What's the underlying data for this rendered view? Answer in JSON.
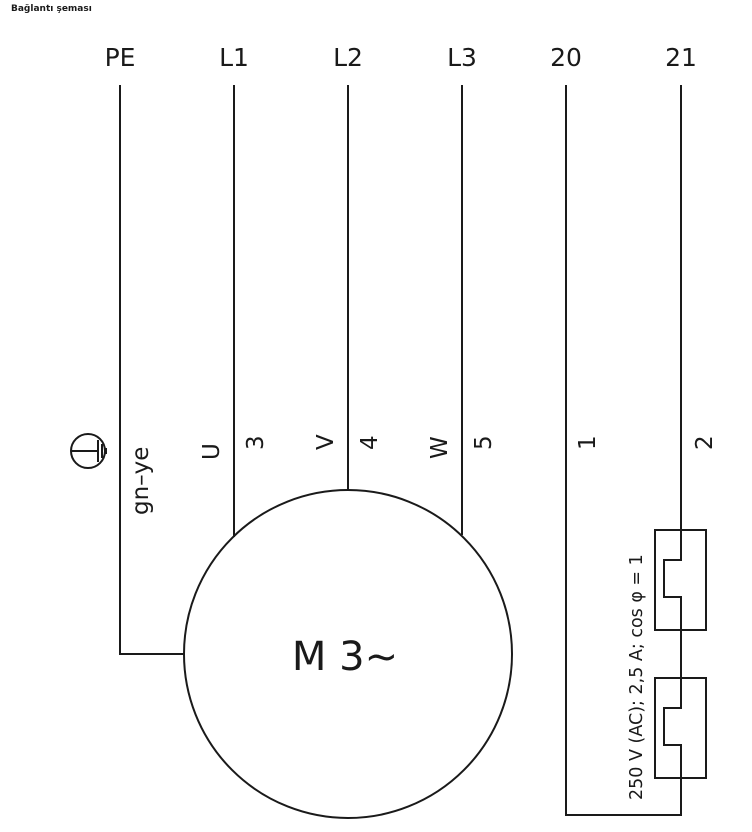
{
  "title": "Bağlantı şeması",
  "terminals": [
    {
      "id": "pe",
      "label": "PE"
    },
    {
      "id": "l1",
      "label": "L1"
    },
    {
      "id": "l2",
      "label": "L2"
    },
    {
      "id": "l3",
      "label": "L3"
    },
    {
      "id": "t20",
      "label": "20"
    },
    {
      "id": "t21",
      "label": "21"
    }
  ],
  "wires": {
    "pe_color": "gn–ye",
    "u_label": "U",
    "u_number": "3",
    "v_label": "V",
    "v_number": "4",
    "w_label": "W",
    "w_number": "5",
    "thermo_1": "1",
    "thermo_2": "2"
  },
  "motor": {
    "label": "M 3~"
  },
  "thermal_contact": {
    "rating": "250 V (AC); 2,5 A; cos φ = 1"
  },
  "icons": {
    "ground": "protective-earth-icon"
  },
  "colors": {
    "line": "#1a1a1a",
    "background": "#ffffff"
  }
}
